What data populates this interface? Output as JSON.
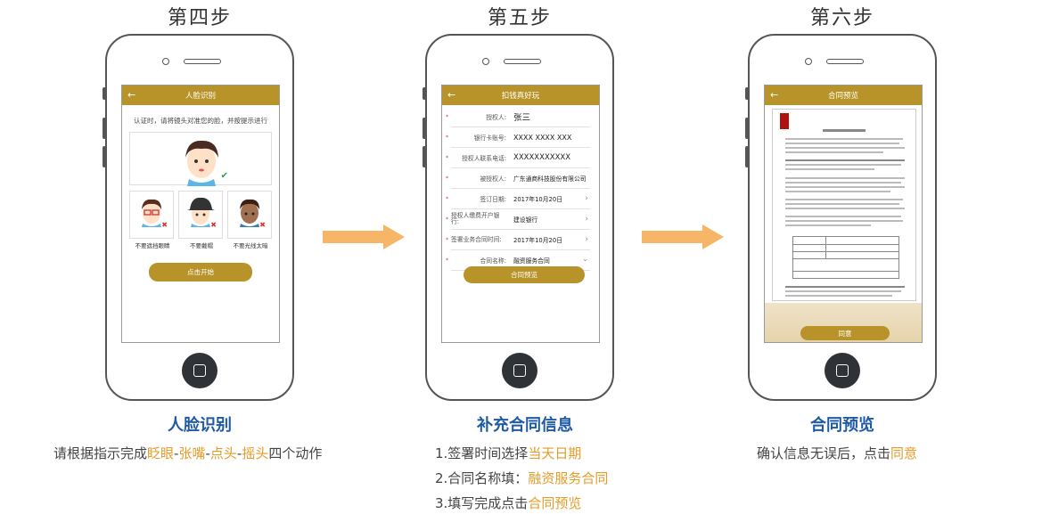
{
  "steps": [
    {
      "title": "第四步",
      "screen": {
        "header": "人脸识别",
        "hint": "认证时，请将镜头对准您的脸，并按提示进行",
        "samples": [
          "不要遮挡眼睛",
          "不要戴帽",
          "不要光线太暗"
        ],
        "button": "点击开始"
      },
      "caption": {
        "title": "人脸识别",
        "line_pre": "请根据指示完成",
        "hl1": "眨眼",
        "sep1": "-",
        "hl2": "张嘴",
        "sep2": "-",
        "hl3": "点头",
        "sep3": "-",
        "hl4": "摇头",
        "line_post": "四个动作"
      }
    },
    {
      "title": "第五步",
      "screen": {
        "header": "扣钱真好玩",
        "rows": [
          {
            "label": "授权人:",
            "value": "张三"
          },
          {
            "label": "银行卡账号:",
            "value": "XXXX XXXX XXX"
          },
          {
            "label": "授权人联系电话:",
            "value": "XXXXXXXXXXX"
          },
          {
            "label": "被授权人:",
            "value": "广东通商科技股份有限公司"
          },
          {
            "label": "签订日期:",
            "value": "2017年10月20日"
          },
          {
            "label": "授权人缴费开户银行:",
            "value": "建设银行"
          },
          {
            "label": "签署业务合同时间:",
            "value": "2017年10月20日"
          },
          {
            "label": "合同名称:",
            "value": "融资服务合同"
          }
        ],
        "button": "合同预览"
      },
      "caption": {
        "title": "补充合同信息",
        "l1_pre": "1.签署时间选择",
        "l1_hl": "当天日期",
        "l2_pre": "2.合同名称填：",
        "l2_hl": "融资服务合同",
        "l3_pre": "3.填写完成点击",
        "l3_hl": "合同预览"
      }
    },
    {
      "title": "第六步",
      "screen": {
        "header": "合同预览",
        "button": "同意"
      },
      "caption": {
        "title": "合同预览",
        "line_pre": "确认信息无误后，点击",
        "line_hl": "同意"
      }
    }
  ],
  "colors": {
    "gold": "#b8932a",
    "arrow": "#f6b567",
    "title_blue": "#1e5aa6",
    "highlight": "#e39b2a"
  }
}
